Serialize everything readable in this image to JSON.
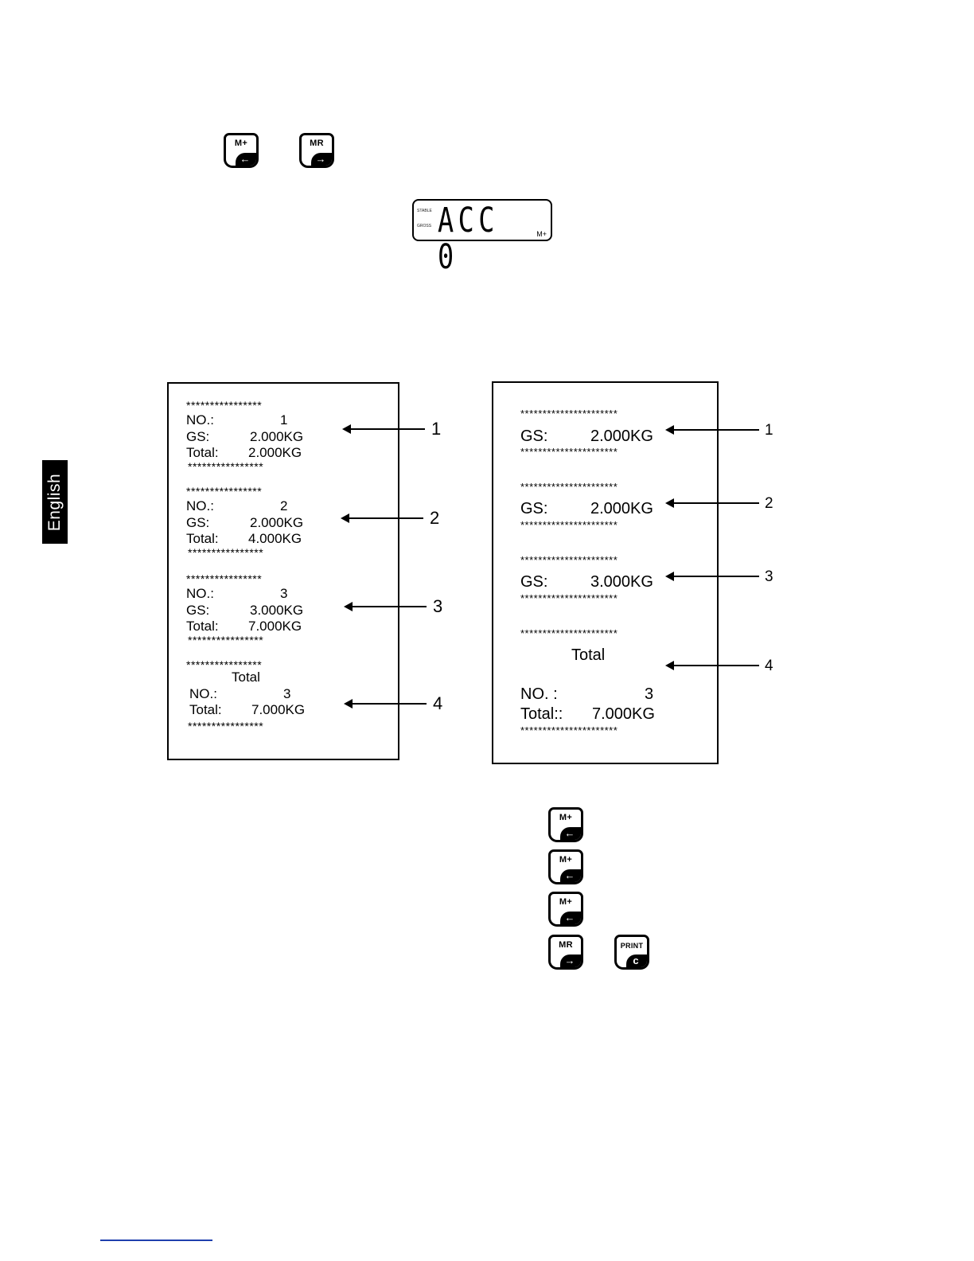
{
  "side_tab": {
    "label": "English"
  },
  "keys": {
    "mplus": {
      "label": "M+",
      "glyph": "←"
    },
    "mr": {
      "label": "MR",
      "glyph": "→"
    },
    "print": {
      "label": "PRINT",
      "glyph": "c"
    }
  },
  "lcd": {
    "indicator_top": "STABLE",
    "indicator_bottom": "GROSS",
    "text": "ACC 0",
    "memory": "M+"
  },
  "printout_left": {
    "stars": "****************",
    "blocks": [
      {
        "no_label": "NO.:",
        "no_value": "1",
        "gs_label": "GS:",
        "gs_value": "2.000KG",
        "total_label": "Total:",
        "total_value": "2.000KG"
      },
      {
        "no_label": "NO.:",
        "no_value": "2",
        "gs_label": "GS:",
        "gs_value": "2.000KG",
        "total_label": "Total:",
        "total_value": "4.000KG"
      },
      {
        "no_label": "NO.:",
        "no_value": "3",
        "gs_label": "GS:",
        "gs_value": "3.000KG",
        "total_label": "Total:",
        "total_value": "7.000KG"
      }
    ],
    "summary": {
      "title": "Total",
      "no_label": "NO.:",
      "no_value": "3",
      "total_label": "Total:",
      "total_value": "7.000KG"
    }
  },
  "printout_right": {
    "stars": "**********************",
    "blocks": [
      {
        "gs_label": "GS:",
        "gs_value": "2.000KG"
      },
      {
        "gs_label": "GS:",
        "gs_value": "2.000KG"
      },
      {
        "gs_label": "GS:",
        "gs_value": "3.000KG"
      }
    ],
    "summary": {
      "title": "Total",
      "no_label": "NO. :",
      "no_value": "3",
      "total_label": "Total::",
      "total_value": "7.000KG"
    }
  },
  "callouts": [
    "1",
    "2",
    "3",
    "4"
  ]
}
